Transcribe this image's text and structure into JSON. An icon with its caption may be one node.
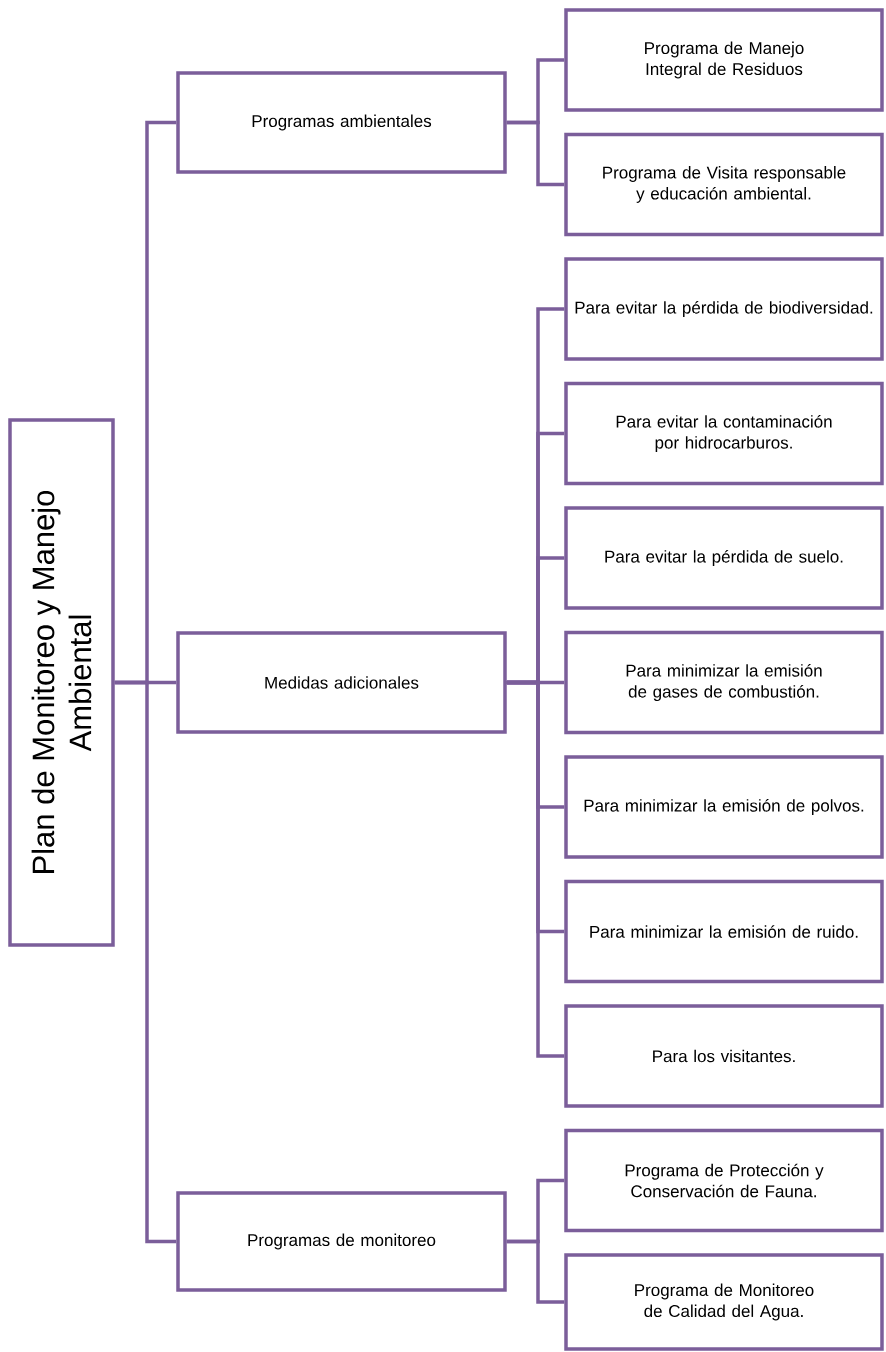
{
  "diagram": {
    "nodes": [
      {
        "text": [
          "Plan de Monitoreo y Manejo Ambiental"
        ]
      },
      {
        "text": [
          "Programas ambientales"
        ]
      },
      {
        "text": [
          "Programa de Manejo Integral de Residuos"
        ]
      },
      {
        "text": [
          "Programa de Visita responsable y educación ambiental."
        ]
      },
      {
        "text": [
          "Medidas adicionales"
        ]
      },
      {
        "text": [
          "Para evitar la pérdida de biodiversidad."
        ]
      },
      {
        "text": [
          "Para evitar la contaminación por hidrocarburos."
        ]
      },
      {
        "text": [
          "Para evitar la pérdida de suelo."
        ]
      },
      {
        "text": [
          "Para minimizar la emisión de gases de combustión."
        ]
      },
      {
        "text": [
          "Para minimizar la emisión de polvos."
        ]
      },
      {
        "text": [
          "Para minimizar la emisión de ruido."
        ]
      },
      {
        "text": [
          "Para los visitantes."
        ]
      },
      {
        "text": [
          "Programas de monitoreo"
        ]
      },
      {
        "text": [
          "Programa de Protección y Conservación de Fauna."
        ]
      },
      {
        "text": [
          "Programa de Monitoreo de Calidad del Agua."
        ]
      }
    ],
    "edges": [
      {
        "from": 0,
        "to": 1,
        "arrow": "none"
      },
      {
        "from": 0,
        "to": 4,
        "arrow": "none"
      },
      {
        "from": 0,
        "to": 12,
        "arrow": "none"
      },
      {
        "from": 1,
        "to": 2,
        "arrow": "none"
      },
      {
        "from": 1,
        "to": 3,
        "arrow": "none"
      },
      {
        "from": 4,
        "to": 5,
        "arrow": "none"
      },
      {
        "from": 4,
        "to": 6,
        "arrow": "none"
      },
      {
        "from": 4,
        "to": 7,
        "arrow": "none"
      },
      {
        "from": 4,
        "to": 8,
        "arrow": "none"
      },
      {
        "from": 4,
        "to": 9,
        "arrow": "none"
      },
      {
        "from": 4,
        "to": 10,
        "arrow": "none"
      },
      {
        "from": 4,
        "to": 11,
        "arrow": "none"
      },
      {
        "from": 12,
        "to": 13,
        "arrow": "none"
      },
      {
        "from": 12,
        "to": 14,
        "arrow": "none"
      }
    ]
  }
}
